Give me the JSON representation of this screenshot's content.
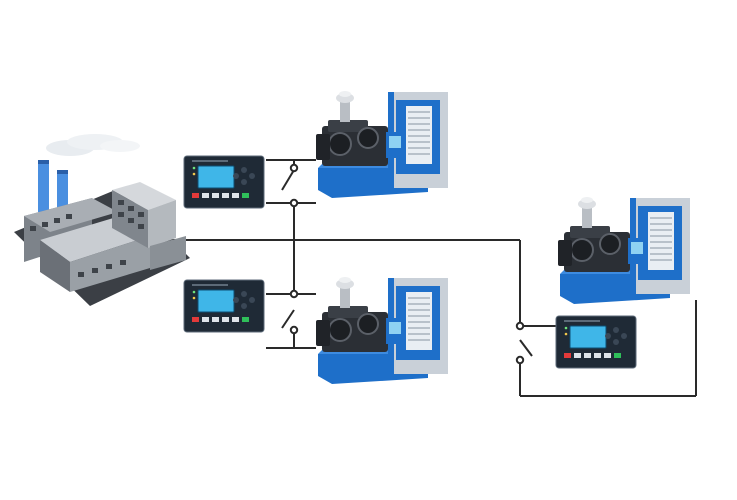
{
  "colors": {
    "wire": "#2a2a2a",
    "accent_blue": "#1e6fc9",
    "steel_gray": "#9aa3ad",
    "factory_stack": "#4a8fe0",
    "panel_screen": "#3fb6e8",
    "panel_body": "#1f2a36"
  },
  "components": {
    "factory": {
      "icon": "factory-icon"
    },
    "generator_sets": [
      {
        "id": "genset-1",
        "icon": "diesel-generator-icon"
      },
      {
        "id": "genset-2",
        "icon": "diesel-generator-icon"
      },
      {
        "id": "genset-3",
        "icon": "diesel-generator-icon"
      }
    ],
    "controllers": [
      {
        "id": "controller-1",
        "icon": "genset-controller-icon"
      },
      {
        "id": "controller-2",
        "icon": "genset-controller-icon"
      },
      {
        "id": "controller-3",
        "icon": "genset-controller-icon"
      }
    ],
    "switches": [
      {
        "id": "breaker-1",
        "icon": "breaker-switch-icon"
      },
      {
        "id": "breaker-2",
        "icon": "breaker-switch-icon"
      },
      {
        "id": "breaker-3",
        "icon": "breaker-switch-icon"
      }
    ]
  }
}
